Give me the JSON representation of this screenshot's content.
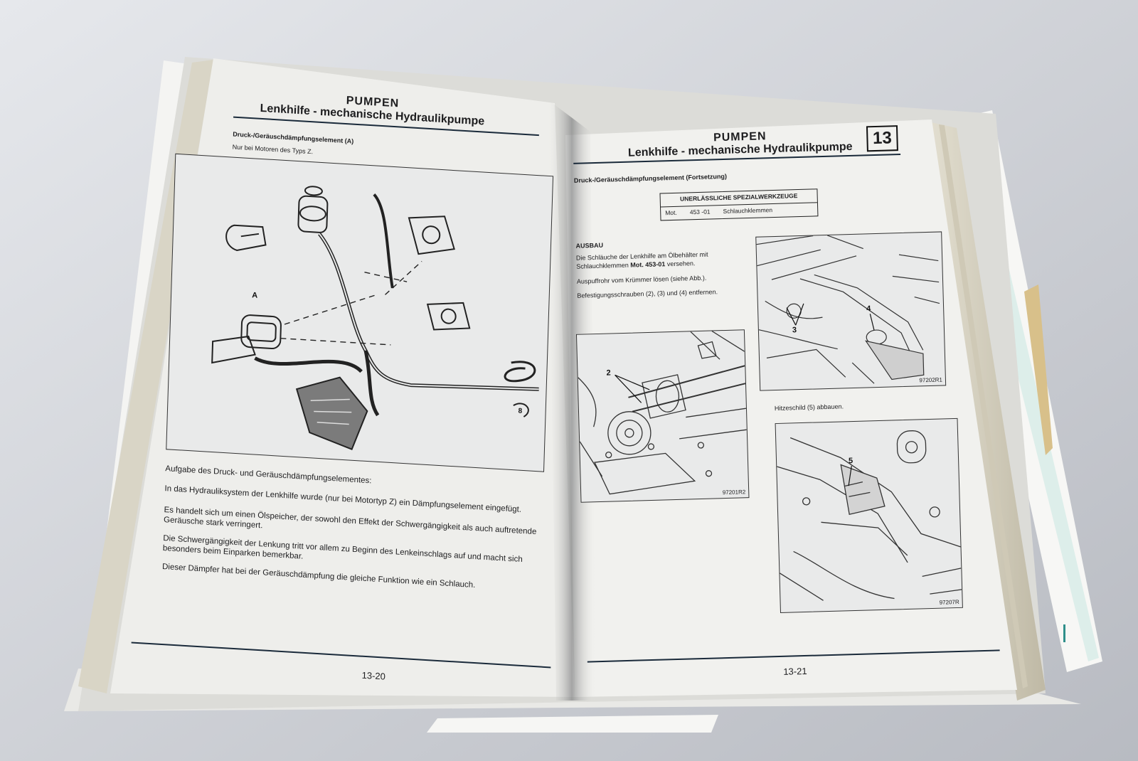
{
  "left_page": {
    "kicker": "PUMPEN",
    "title": "Lenkhilfe - mechanische Hydraulikpumpe",
    "section_title": "Druck-/Geräuschdämpfungselement (A)",
    "note": "Nur bei Motoren des Typs Z.",
    "figure_label_a": "A",
    "figure_label_part": "8",
    "paragraph_heading": "Aufgabe des Druck- und Geräuschdämpfungselementes:",
    "paragraphs": [
      "In das Hydrauliksystem der Lenkhilfe wurde (nur bei Motortyp Z) ein Dämpfungselement eingefügt.",
      "Es handelt sich um einen Ölspeicher, der sowohl den Effekt der Schwergängigkeit als auch auftretende Geräusche stark verringert.",
      "Die Schwergängigkeit der Lenkung tritt vor allem zu Beginn des Lenkeinschlags auf und macht sich besonders beim Einparken bemerkbar.",
      "Dieser Dämpfer hat bei der Geräuschdämpfung die gleiche Funktion wie ein Schlauch."
    ],
    "page_number": "13-20"
  },
  "right_page": {
    "kicker": "PUMPEN",
    "title": "Lenkhilfe - mechanische Hydraulikpumpe",
    "chapter_number": "13",
    "section_title": "Druck-/Geräuschdämpfungselement (Fortsetzung)",
    "tools_table": {
      "header": "UNERLÄSSLICHE SPEZIALWERKZEUGE",
      "tool_prefix": "Mot.",
      "tool_number": "453 -01",
      "tool_name": "Schlauchklemmen"
    },
    "ausbau_heading": "AUSBAU",
    "step1_start": "Die Schläuche der Lenkhilfe am Ölbehälter mit Schlauchklemmen",
    "step1_bold": "Mot. 453-01",
    "step1_end": "versehen.",
    "step2": "Auspuffrohr vom Krümmer lösen (siehe Abb.).",
    "step3": "Befestigungsschrauben (2), (3) und (4) entfernen.",
    "step4": "Hitzeschild (5) abbauen.",
    "figure1": {
      "code": "97202R1",
      "labels": [
        "3",
        "4"
      ]
    },
    "figure2": {
      "code": "97201R2",
      "labels": [
        "2"
      ]
    },
    "figure3": {
      "code": "97207R",
      "labels": [
        "5"
      ]
    },
    "page_number": "13-21"
  },
  "colors": {
    "page": "#f1f1ee",
    "ink": "#1d1d1f",
    "rule": "#1a2a3a",
    "background": "#c9cbd0",
    "tab_accent": "#2f8f8a"
  }
}
